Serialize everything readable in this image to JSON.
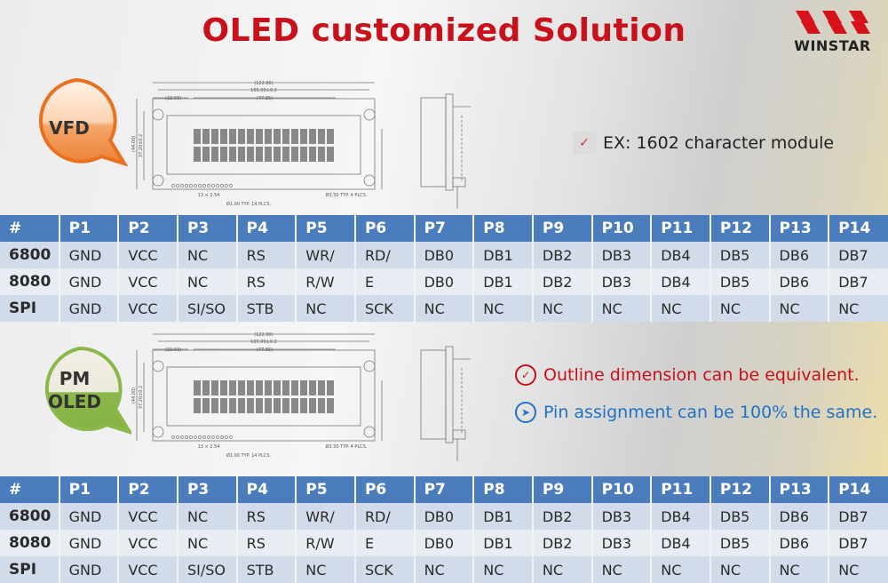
{
  "header": {
    "title": "OLED customized Solution",
    "brand": "WINSTAR",
    "brand_color": "#d8121b"
  },
  "vfd_section": {
    "badge": "VFD",
    "badge_color": "#e8701e",
    "example_note": "EX: 1602 character module",
    "example_icon": "chevron-down-icon"
  },
  "oled_section": {
    "badge_line1": "PM",
    "badge_line2": "OLED",
    "badge_color": "#8bb84a",
    "notes": [
      {
        "text": "Outline dimension can be equivalent.",
        "icon": "check-circle-icon",
        "color": "#c8111b"
      },
      {
        "text": "Pin assignment can be 100% the same.",
        "icon": "arrow-circle-icon",
        "color": "#1f73c4"
      }
    ]
  },
  "drawing": {
    "labels": {
      "overall": "(122.00)",
      "holes": "105.00±0.2",
      "left": "(22.03)",
      "area": "(77.95)",
      "height": "(44.00)",
      "inner": "37.20±0.2",
      "pitch": "13 × 2.54",
      "pins": "Ø1.00 TYP. 14 PLCS.",
      "mount": "Ø3.50 TYP. 4 PLCS."
    }
  },
  "table_columns": [
    "#",
    "P1",
    "P2",
    "P3",
    "P4",
    "P5",
    "P6",
    "P7",
    "P8",
    "P9",
    "P10",
    "P11",
    "P12",
    "P13",
    "P14"
  ],
  "table_rows": [
    {
      "label": "6800",
      "pins": [
        "GND",
        "VCC",
        "NC",
        "RS",
        "WR/",
        "RD/",
        "DB0",
        "DB1",
        "DB2",
        "DB3",
        "DB4",
        "DB5",
        "DB6",
        "DB7"
      ]
    },
    {
      "label": "8080",
      "pins": [
        "GND",
        "VCC",
        "NC",
        "RS",
        "R/W",
        "E",
        "DB0",
        "DB1",
        "DB2",
        "DB3",
        "DB4",
        "DB5",
        "DB6",
        "DB7"
      ]
    },
    {
      "label": "SPI",
      "pins": [
        "GND",
        "VCC",
        "SI/SO",
        "STB",
        "NC",
        "SCK",
        "NC",
        "NC",
        "NC",
        "NC",
        "NC",
        "NC",
        "NC",
        "NC"
      ]
    }
  ],
  "colors": {
    "title": "#c8111b",
    "table_header": "#4b7cbc"
  }
}
